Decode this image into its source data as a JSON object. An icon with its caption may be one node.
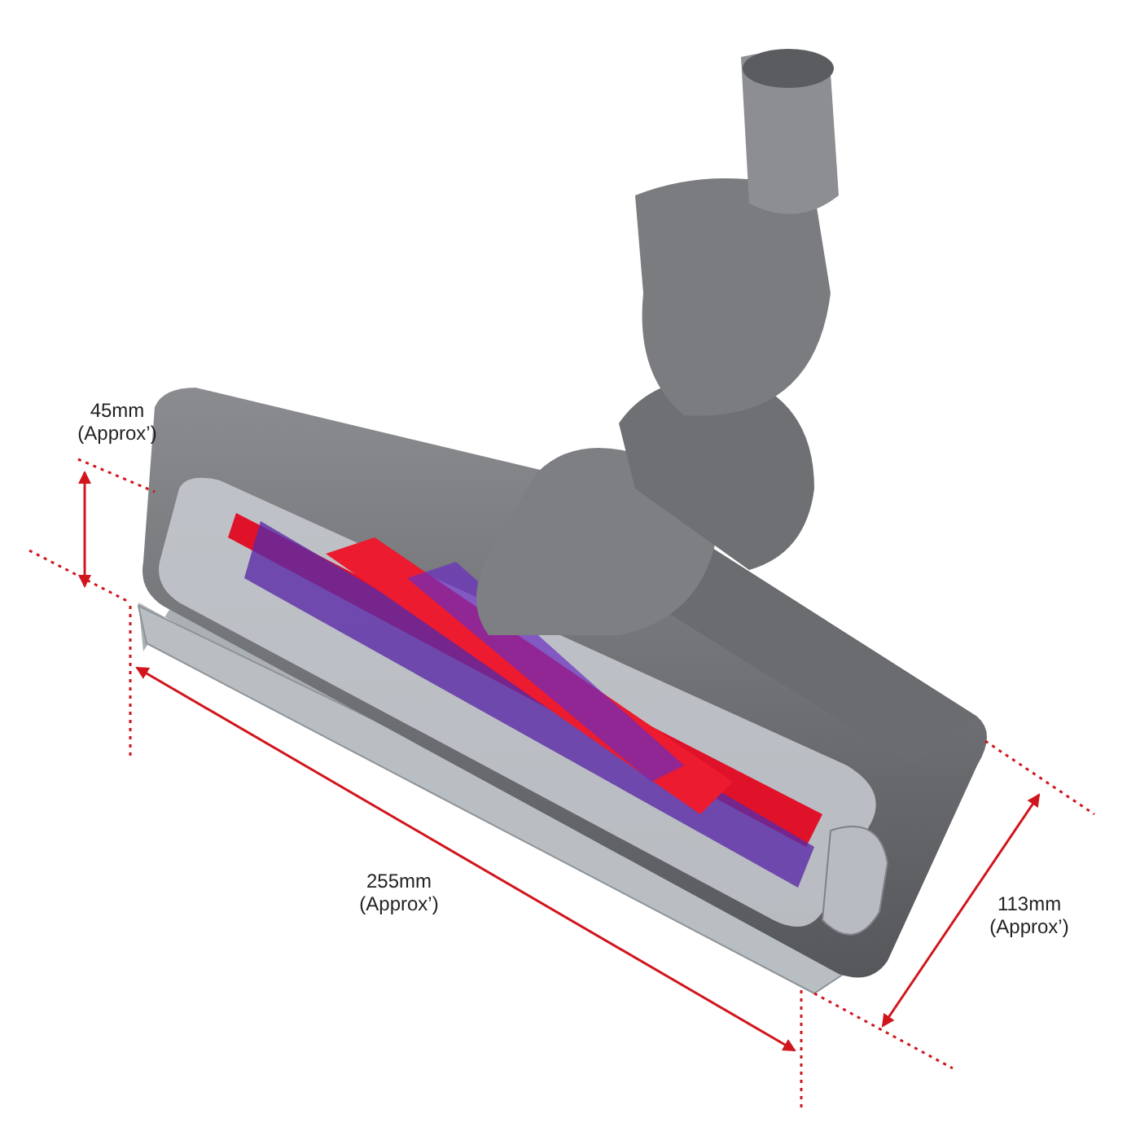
{
  "diagram": {
    "labels": [
      "45mm (Approx’)",
      "255mm (Approx’)",
      "113mm (Approx’)"
    ]
  }
}
